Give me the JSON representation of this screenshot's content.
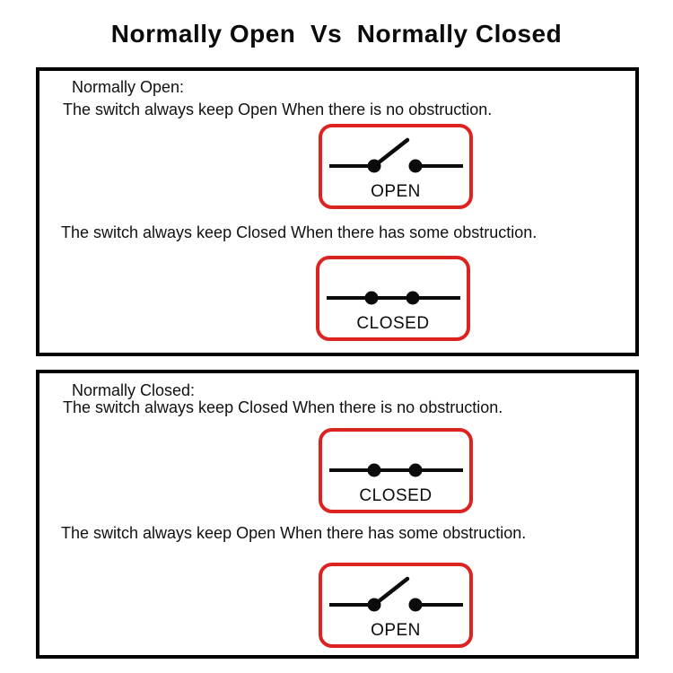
{
  "title": "Normally Open  Vs  Normally Closed",
  "colors": {
    "background": "#ffffff",
    "panel_border": "#000000",
    "figure_border": "#dd2222",
    "text": "#0b0b0b"
  },
  "panels": [
    {
      "heading": "Normally Open:",
      "lines": [
        "The switch always keep Open When there is no obstruction.",
        "The switch always keep Closed When there has some obstruction."
      ],
      "figures": [
        {
          "state": "open",
          "label": "OPEN"
        },
        {
          "state": "closed",
          "label": "CLOSED"
        }
      ]
    },
    {
      "heading": "Normally Closed:",
      "lines": [
        "The switch always keep Closed When there is no obstruction.",
        "The switch always keep Open When there has some obstruction."
      ],
      "figures": [
        {
          "state": "closed",
          "label": "CLOSED"
        },
        {
          "state": "open",
          "label": "OPEN"
        }
      ]
    }
  ]
}
